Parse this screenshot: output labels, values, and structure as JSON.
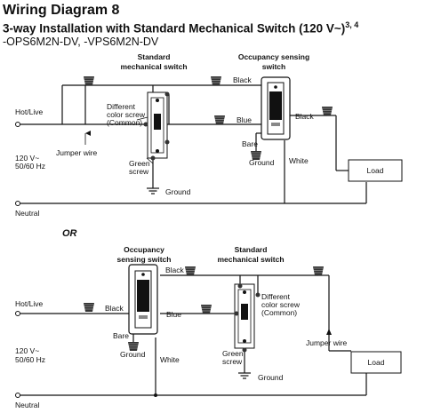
{
  "header": {
    "title": "Wiring Diagram 8",
    "subtitle": "3-way Installation with Standard Mechanical Switch (120 V~)",
    "subtitle_sup": "3, 4",
    "models": "-OPS6M2N-DV, -VPS6M2N-DV"
  },
  "diagram1": {
    "std_switch_label_1": "Standard",
    "std_switch_label_2": "mechanical switch",
    "occ_switch_label_1": "Occupancy sensing",
    "occ_switch_label_2": "switch",
    "hot_live": "Hot/Live",
    "jumper": "Jumper wire",
    "voltage": "120 V~",
    "frequency": "50/60 Hz",
    "neutral": "Neutral",
    "diff_screw_1": "Different",
    "diff_screw_2": "color screw",
    "diff_screw_3": "(Common)",
    "green_1": "Green",
    "green_2": "screw",
    "ground": "Ground",
    "black_top": "Black",
    "blue": "Blue",
    "black_right": "Black",
    "bare": "Bare",
    "ground_occ": "Ground",
    "white": "White",
    "load": "Load"
  },
  "or_label": "OR",
  "diagram2": {
    "occ_switch_label_1": "Occupancy",
    "occ_switch_label_2": "sensing switch",
    "std_switch_label_1": "Standard",
    "std_switch_label_2": "mechanical switch",
    "hot_live": "Hot/Live",
    "black_left": "Black",
    "black_top": "Black",
    "blue": "Blue",
    "voltage": "120 V~",
    "frequency": "50/60 Hz",
    "bare": "Bare",
    "ground_occ": "Ground",
    "white": "White",
    "diff_screw_1": "Different",
    "diff_screw_2": "color screw",
    "diff_screw_3": "(Common)",
    "jumper": "Jumper wire",
    "green_1": "Green",
    "green_2": "screw",
    "ground": "Ground",
    "load": "Load",
    "neutral": "Neutral"
  }
}
